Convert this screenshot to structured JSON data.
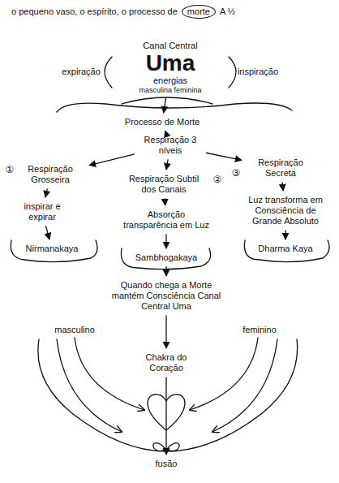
{
  "diagram": {
    "nodes": [
      {
        "text": [
          "Canal Central",
          "Uma",
          "energias",
          "masculina feminina"
        ]
      },
      {
        "text": [
          "Processo de Morte"
        ]
      },
      {
        "text": [
          "Respiração 3 níveis"
        ]
      },
      {
        "text": [
          "Respiração Grosseira"
        ]
      },
      {
        "text": [
          "inspirar e expirar"
        ]
      },
      {
        "text": [
          "Nirmanakaya"
        ]
      },
      {
        "text": [
          "Respiração Subtil dos Canais"
        ]
      },
      {
        "text": [
          "Absorção transparência em Luz"
        ]
      },
      {
        "text": [
          "Sambhogakaya"
        ]
      },
      {
        "text": [
          "Respiração Secreta"
        ]
      },
      {
        "text": [
          "Luz transforma em Consciência de Grande Absoluto"
        ]
      },
      {
        "text": [
          "Dharma Kaya"
        ]
      },
      {
        "text": [
          "Quando chega a Morte mantém Consciência Canal Central Uma"
        ]
      },
      {
        "text": [
          "Chakra do Coração"
        ]
      },
      {
        "text": [
          "fusão"
        ]
      }
    ],
    "edges": [
      {
        "from": 0,
        "to": 1,
        "arrow": "to"
      },
      {
        "from": 1,
        "to": 2,
        "arrow": "to"
      },
      {
        "from": 2,
        "to": 3,
        "arrow": "to"
      },
      {
        "from": 2,
        "to": 6,
        "arrow": "to"
      },
      {
        "from": 2,
        "to": 9,
        "arrow": "to"
      },
      {
        "from": 3,
        "to": 4,
        "arrow": "to"
      },
      {
        "from": 4,
        "to": 5,
        "arrow": "to"
      },
      {
        "from": 6,
        "to": 7,
        "arrow": "to"
      },
      {
        "from": 7,
        "to": 8,
        "arrow": "to"
      },
      {
        "from": 9,
        "to": 10,
        "arrow": "to"
      },
      {
        "from": 10,
        "to": 11,
        "arrow": "to"
      },
      {
        "from": 8,
        "to": 12,
        "arrow": "to"
      },
      {
        "from": 12,
        "to": 13,
        "arrow": "to"
      },
      {
        "from": 13,
        "to": 14,
        "arrow": "to"
      }
    ],
    "labels": [
      "o pequeno vaso, o espírito, o processo de",
      "morte",
      "A ½",
      "expiração",
      "inspiração",
      "①",
      "②",
      "③",
      "masculino",
      "feminino"
    ]
  }
}
